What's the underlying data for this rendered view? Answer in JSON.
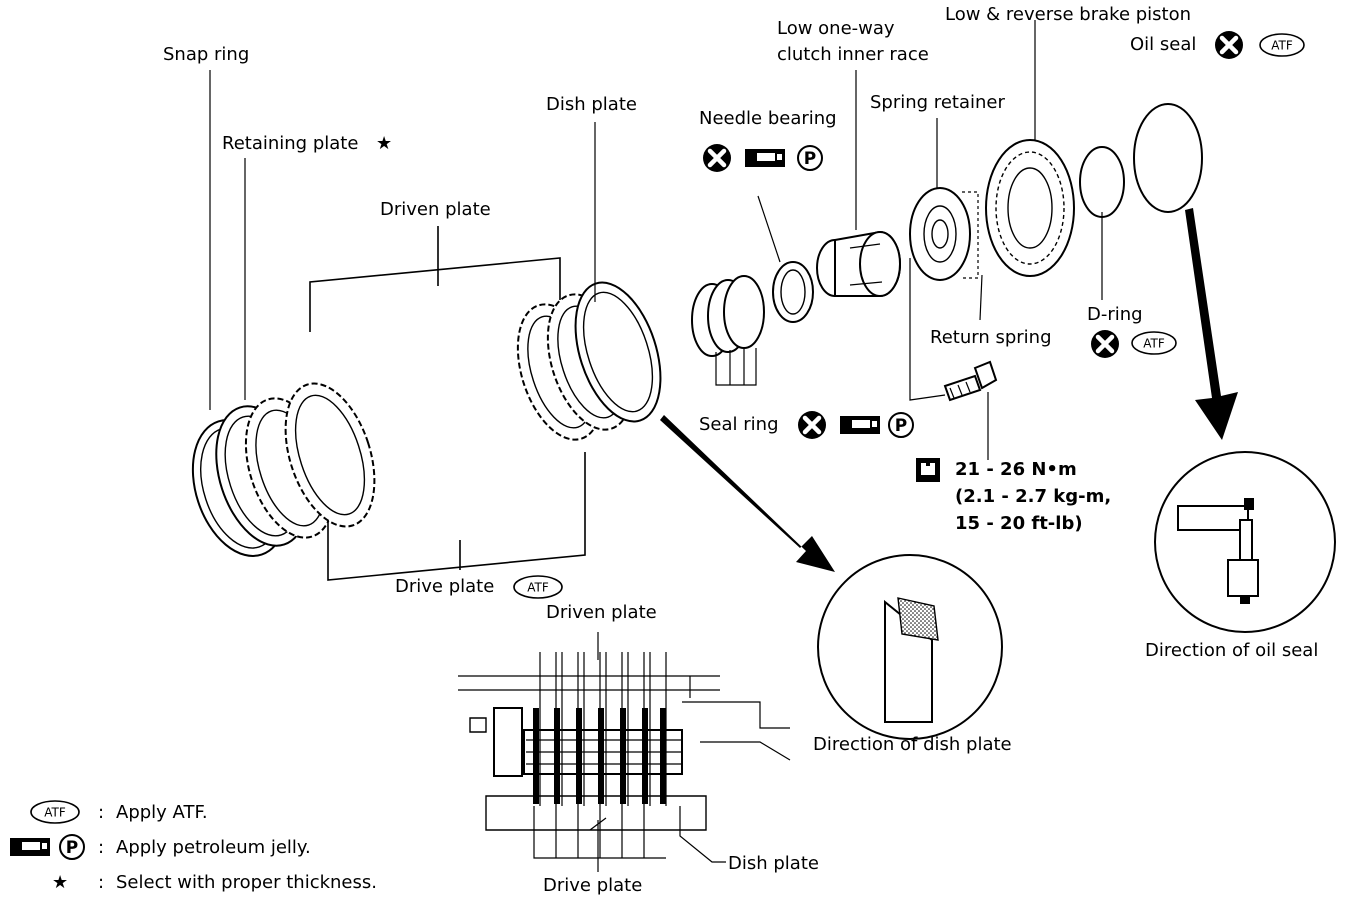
{
  "labels": {
    "snap_ring": "Snap ring",
    "retaining_plate": "Retaining plate",
    "driven_plate": "Driven plate",
    "dish_plate": "Dish plate",
    "needle_bearing": "Needle bearing",
    "low_one_way_line1": "Low one-way",
    "low_one_way_line2": "clutch inner race",
    "spring_retainer": "Spring retainer",
    "low_reverse_piston": "Low & reverse brake piston",
    "oil_seal": "Oil seal",
    "d_ring": "D-ring",
    "return_spring": "Return spring",
    "seal_ring": "Seal ring",
    "drive_plate": "Drive plate",
    "torque_line1": "21 - 26 N•m",
    "torque_line2": "(2.1 - 2.7 kg-m,",
    "torque_line3": "15 - 20 ft-lb)",
    "direction_dish_plate": "Direction of dish plate",
    "direction_oil_seal": "Direction of oil seal",
    "section_driven_plate": "Driven plate",
    "section_drive_plate": "Drive plate",
    "section_dish_plate": "Dish plate"
  },
  "symbols": {
    "atf": "ATF",
    "p": "P",
    "star": "★"
  },
  "legend": [
    {
      "symbol": "atf",
      "colon": ":",
      "text": "Apply ATF."
    },
    {
      "symbol": "jelly",
      "colon": ":",
      "text": "Apply petroleum jelly."
    },
    {
      "symbol": "star",
      "colon": ":",
      "text": "Select with proper thickness."
    }
  ]
}
